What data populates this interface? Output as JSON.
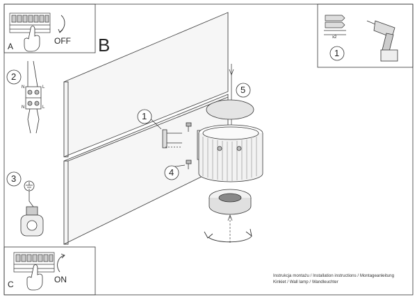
{
  "panels": {
    "a_letter": "A",
    "a_action": "OFF",
    "b_letter": "B",
    "c_letter": "C",
    "c_action": "ON"
  },
  "steps": {
    "s1_tools": "1",
    "s2": "2",
    "s3": "3",
    "s1_bracket": "1",
    "s4": "4",
    "s5": "5"
  },
  "labels": {
    "screw_count": "x2",
    "wire_n_top": "N",
    "wire_l_top": "L",
    "wire_n_bottom": "N",
    "wire_l_bottom": "L"
  },
  "caption": {
    "line1": "Instrukcja montażu / Installation instructions / Montageanleitung",
    "line2": "Kinkiet / Wall lamp / Wandleuchter"
  },
  "icons": [
    "terminal-block-icon",
    "hand-icon",
    "arrow-icon",
    "wall-plug-icon",
    "screw-icon",
    "drill-icon",
    "ground-icon",
    "fuse-icon",
    "rotate-arrow-icon"
  ]
}
